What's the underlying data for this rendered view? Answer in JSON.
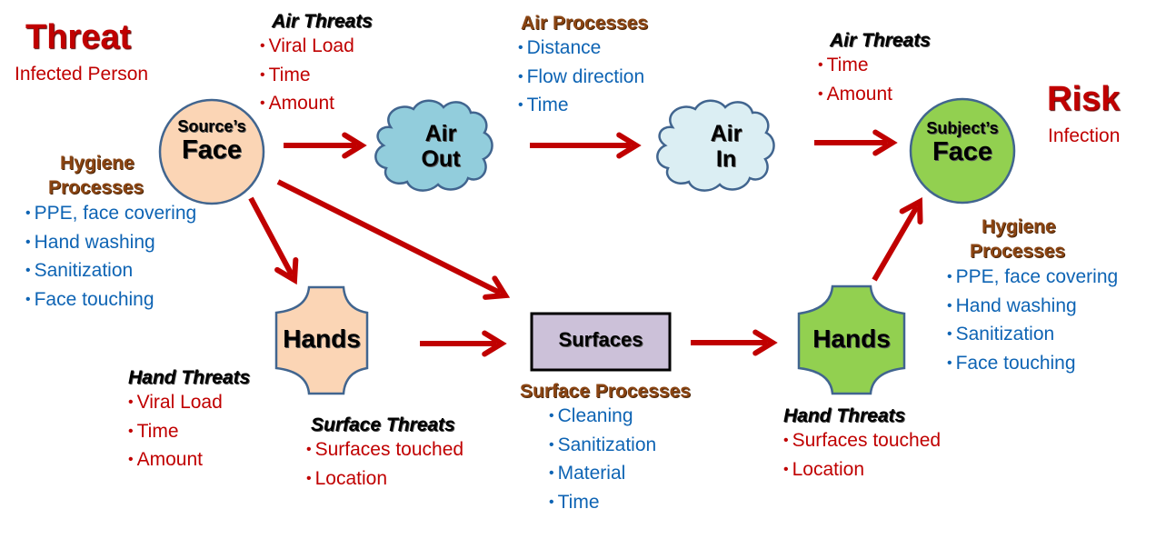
{
  "header": {
    "threat_title": "Threat",
    "threat_subtitle": "Infected Person",
    "risk_title": "Risk",
    "risk_subtitle": "Infection"
  },
  "colors": {
    "arrow": "#c00000",
    "threat_text": "#c00000",
    "process_heading": "#8b4513",
    "process_item": "#0e64b4",
    "node_outline": "#41658f",
    "source_face_fill": "#fbd5b5",
    "subject_face_fill": "#92d050",
    "air_out_fill": "#92cddc",
    "air_in_fill": "#dbeef3",
    "surfaces_fill": "#ccc1d9",
    "source_hands_fill": "#fbd5b5",
    "subject_hands_fill": "#92d050"
  },
  "nodes": {
    "source_face": {
      "line1": "Source’s",
      "line2": "Face"
    },
    "air_out": {
      "line1": "Air",
      "line2": "Out"
    },
    "air_in": {
      "line1": "Air",
      "line2": "In"
    },
    "subject_face": {
      "line1": "Subject’s",
      "line2": "Face"
    },
    "source_hands": {
      "label": "Hands"
    },
    "surfaces": {
      "label": "Surfaces"
    },
    "subject_hands": {
      "label": "Hands"
    }
  },
  "annotations": {
    "air_threats_source": {
      "heading": "Air Threats",
      "items": [
        "Viral Load",
        "Time",
        "Amount"
      ]
    },
    "air_processes": {
      "heading": "Air Processes",
      "items": [
        "Distance",
        "Flow direction",
        "Time"
      ]
    },
    "air_threats_subject": {
      "heading": "Air Threats",
      "items": [
        "Time",
        "Amount"
      ]
    },
    "hygiene_source": {
      "heading_line1": "Hygiene",
      "heading_line2": "Processes",
      "items": [
        "PPE, face covering",
        "Hand washing",
        "Sanitization",
        "Face touching"
      ]
    },
    "hygiene_subject": {
      "heading_line1": "Hygiene",
      "heading_line2": "Processes",
      "items": [
        "PPE, face covering",
        "Hand washing",
        "Sanitization",
        "Face touching"
      ]
    },
    "hand_threats_source": {
      "heading": "Hand Threats",
      "items": [
        "Viral Load",
        "Time",
        "Amount"
      ]
    },
    "surface_threats": {
      "heading": "Surface Threats",
      "items": [
        "Surfaces touched",
        "Location"
      ]
    },
    "surface_processes": {
      "heading": "Surface Processes",
      "items": [
        "Cleaning",
        "Sanitization",
        "Material",
        "Time"
      ]
    },
    "hand_threats_subject": {
      "heading": "Hand Threats",
      "items": [
        "Surfaces touched",
        "Location"
      ]
    }
  },
  "edges": [
    {
      "from": "source_face",
      "to": "air_out"
    },
    {
      "from": "air_out",
      "to": "air_in"
    },
    {
      "from": "air_in",
      "to": "subject_face"
    },
    {
      "from": "source_face",
      "to": "source_hands"
    },
    {
      "from": "source_face",
      "to": "surfaces"
    },
    {
      "from": "source_hands",
      "to": "surfaces"
    },
    {
      "from": "surfaces",
      "to": "subject_hands"
    },
    {
      "from": "subject_hands",
      "to": "subject_face"
    }
  ]
}
